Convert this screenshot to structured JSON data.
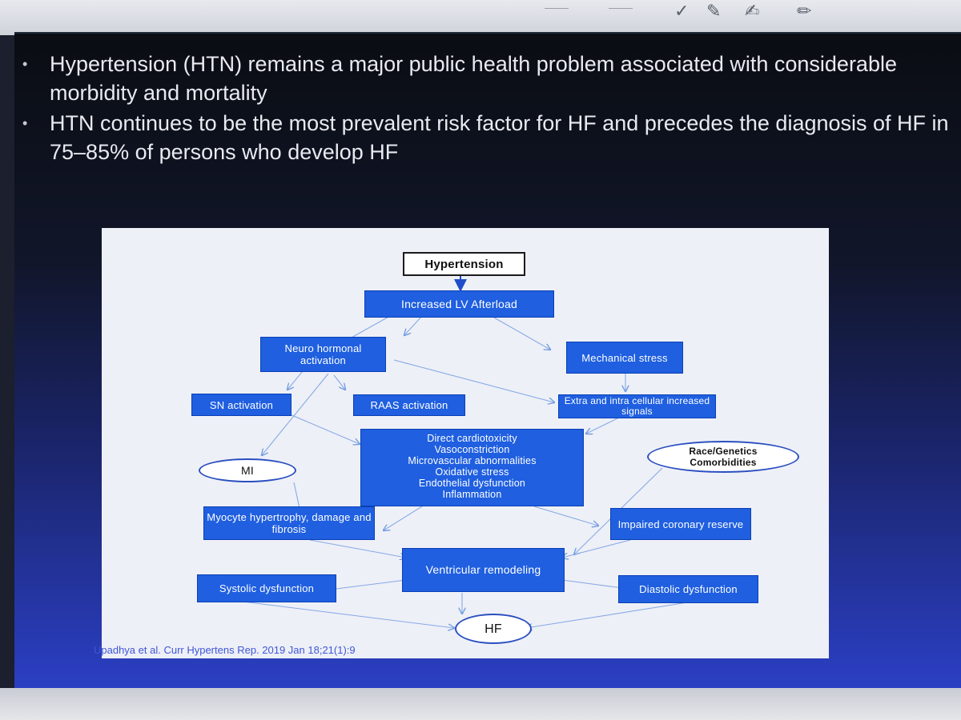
{
  "bullets": [
    "Hypertension (HTN) remains a major public health problem associated with considerable morbidity and mortality",
    "HTN continues to be the most prevalent risk factor for HF and precedes the diagnosis of HF in 75–85% of persons who develop HF"
  ],
  "diagram": {
    "hypertension": "Hypertension",
    "lv_afterload": "Increased LV Afterload",
    "neurohormonal": "Neuro hormonal activation",
    "mechanical_stress": "Mechanical stress",
    "sn_activation": "SN activation",
    "raas_activation": "RAAS activation",
    "cellular_signals": "Extra and intra cellular increased signals",
    "center_items": [
      "Direct cardiotoxicity",
      "Vasoconstriction",
      "Microvascular abnormalities",
      "Oxidative stress",
      "Endothelial dysfunction",
      "Inflammation"
    ],
    "mi": "MI",
    "race_genetics": "Race/Genetics",
    "comorbidities": "Comorbidities",
    "myocyte": "Myocyte hypertrophy, damage and fibrosis",
    "coronary_reserve": "Impaired coronary reserve",
    "ventricular_remodeling": "Ventricular remodeling",
    "systolic": "Systolic dysfunction",
    "diastolic": "Diastolic dysfunction",
    "hf": "HF"
  },
  "citation": "Upadhya et al. Curr Hypertens Rep. 2019 Jan 18;21(1):9"
}
